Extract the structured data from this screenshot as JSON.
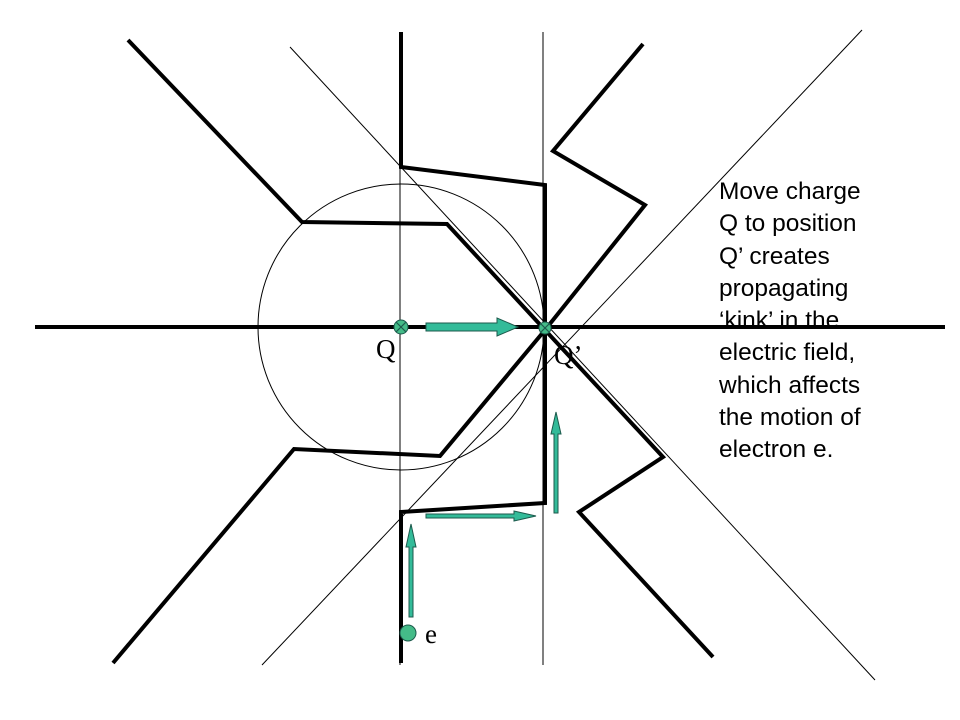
{
  "labels": {
    "charge_q": "Q",
    "charge_q_prime": "Q’",
    "electron": "e"
  },
  "caption_lines": [
    "Move charge",
    "Q to position",
    "Q’ creates",
    "propagating",
    "‘kink’ in the",
    "electric field,",
    "which affects",
    "the motion of",
    "electron e."
  ],
  "colors": {
    "arrow_fill": "#33bb99",
    "arrow_stroke": "#1c5a4c",
    "charge_fill": "#44bb88",
    "line": "#000000"
  }
}
